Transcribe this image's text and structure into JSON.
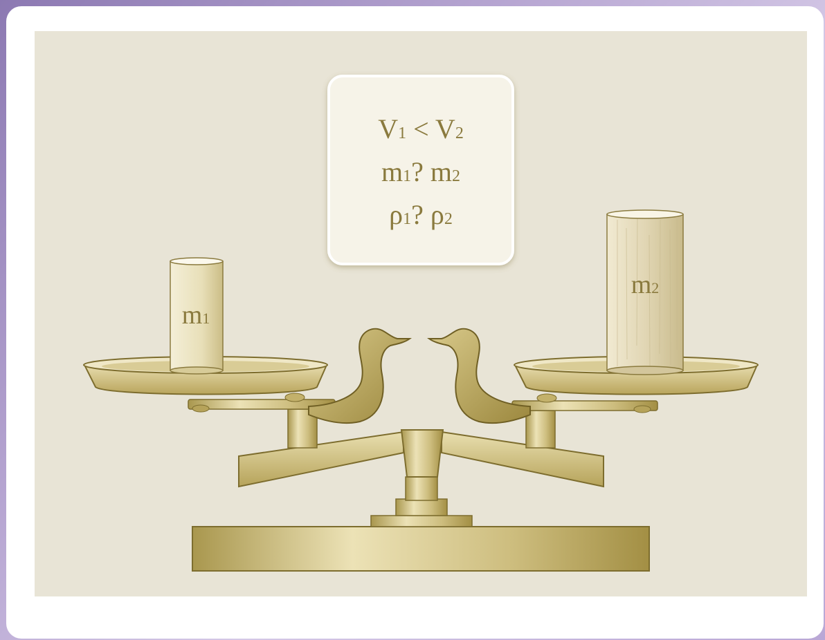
{
  "infobox": {
    "line1": {
      "base_a": "V",
      "sub_a": "1",
      "op": " < ",
      "base_b": "V",
      "sub_b": "2"
    },
    "line2": {
      "base_a": "m",
      "sub_a": "1",
      "op": "? ",
      "base_b": "m",
      "sub_b": "2"
    },
    "line3": {
      "base_a": "ρ",
      "sub_a": "1",
      "op": "? ",
      "base_b": "ρ",
      "sub_b": "2"
    }
  },
  "left_cylinder": {
    "base": "m",
    "sub": "1"
  },
  "right_cylinder": {
    "base": "m",
    "sub": "2"
  },
  "colors": {
    "background": "#e8e4d6",
    "metal": "#c8b978",
    "metal_dark": "#a08e46",
    "text": "#8a7a3e"
  }
}
